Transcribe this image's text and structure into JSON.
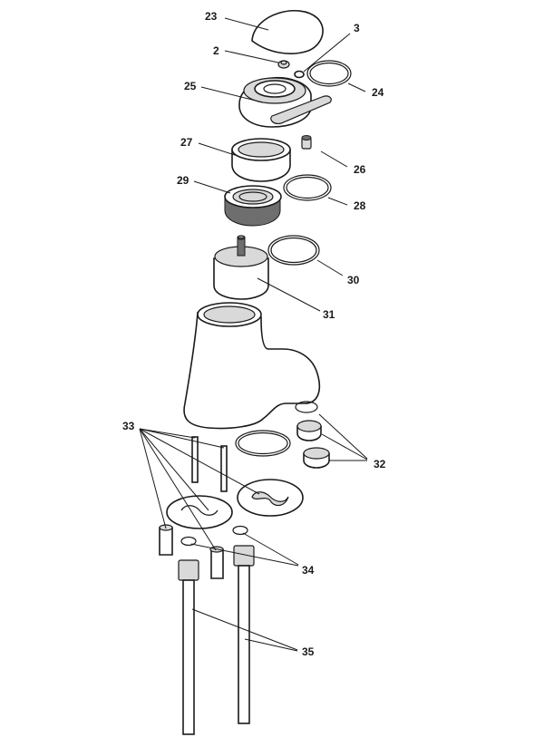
{
  "diagram": {
    "callouts": {
      "c2": "2",
      "c3": "3",
      "c23": "23",
      "c24": "24",
      "c25": "25",
      "c26": "26",
      "c27": "27",
      "c28": "28",
      "c29": "29",
      "c30": "30",
      "c31": "31",
      "c32": "32",
      "c33": "33",
      "c34": "34",
      "c35": "35"
    }
  },
  "colors": {
    "line": "#1a1a1a",
    "fill": "#ffffff",
    "shade": "#d9d9d9"
  }
}
